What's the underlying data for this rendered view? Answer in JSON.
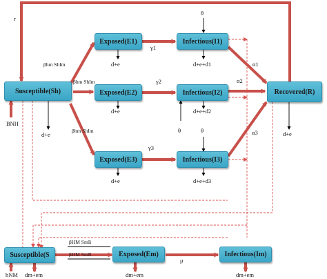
{
  "nodes": {
    "susceptible_h": "Susceptible(Sh)",
    "exposed_1": "Exposed(E1)",
    "exposed_2": "Exposed(E2)",
    "exposed_3": "Exposed(E3)",
    "infectious_1": "Infectious(I1)",
    "infectious_2": "Infectious(I2)",
    "infectious_3": "Infectious(I3)",
    "recovered": "Recovered(R)",
    "susceptible_m": "Susceptible(S",
    "exposed_m": "Exposed(Em)",
    "infectious_m": "Infectious(Im)"
  },
  "labels": {
    "r": "r",
    "theta_top": "θ",
    "beta_1": "βhm ShIm",
    "beta_2": "βhm ShIm",
    "beta_3": "βhm ShIm",
    "gamma_1": "γ1",
    "gamma_2": "γ2",
    "gamma_3": "γ3",
    "alpha_1": "α1",
    "alpha_2": "α2",
    "alpha_3": "α3",
    "d_e1": "d+e",
    "d_e2": "d+e",
    "d_e3": "d+e",
    "d_i1": "d+e+d1",
    "d_i2": "d+e+d2",
    "d_i3": "d+e+d3",
    "d_sh": "d+e",
    "d_r": "d+e",
    "theta_mid1": "θ",
    "theta_mid2": "θ",
    "bn_h": "BNH",
    "bn_m": "bNM",
    "beta_hm_i": "βHM SmIi",
    "beta_hm_r": "βHM SmR",
    "mu": "μ",
    "dm_s": "dm+em",
    "dm_e": "dm+em",
    "dm_i": "dm+em"
  },
  "colors": {
    "arrow": "#c8504a",
    "node": "#4bb3d1",
    "dashed": "#d9534f"
  }
}
